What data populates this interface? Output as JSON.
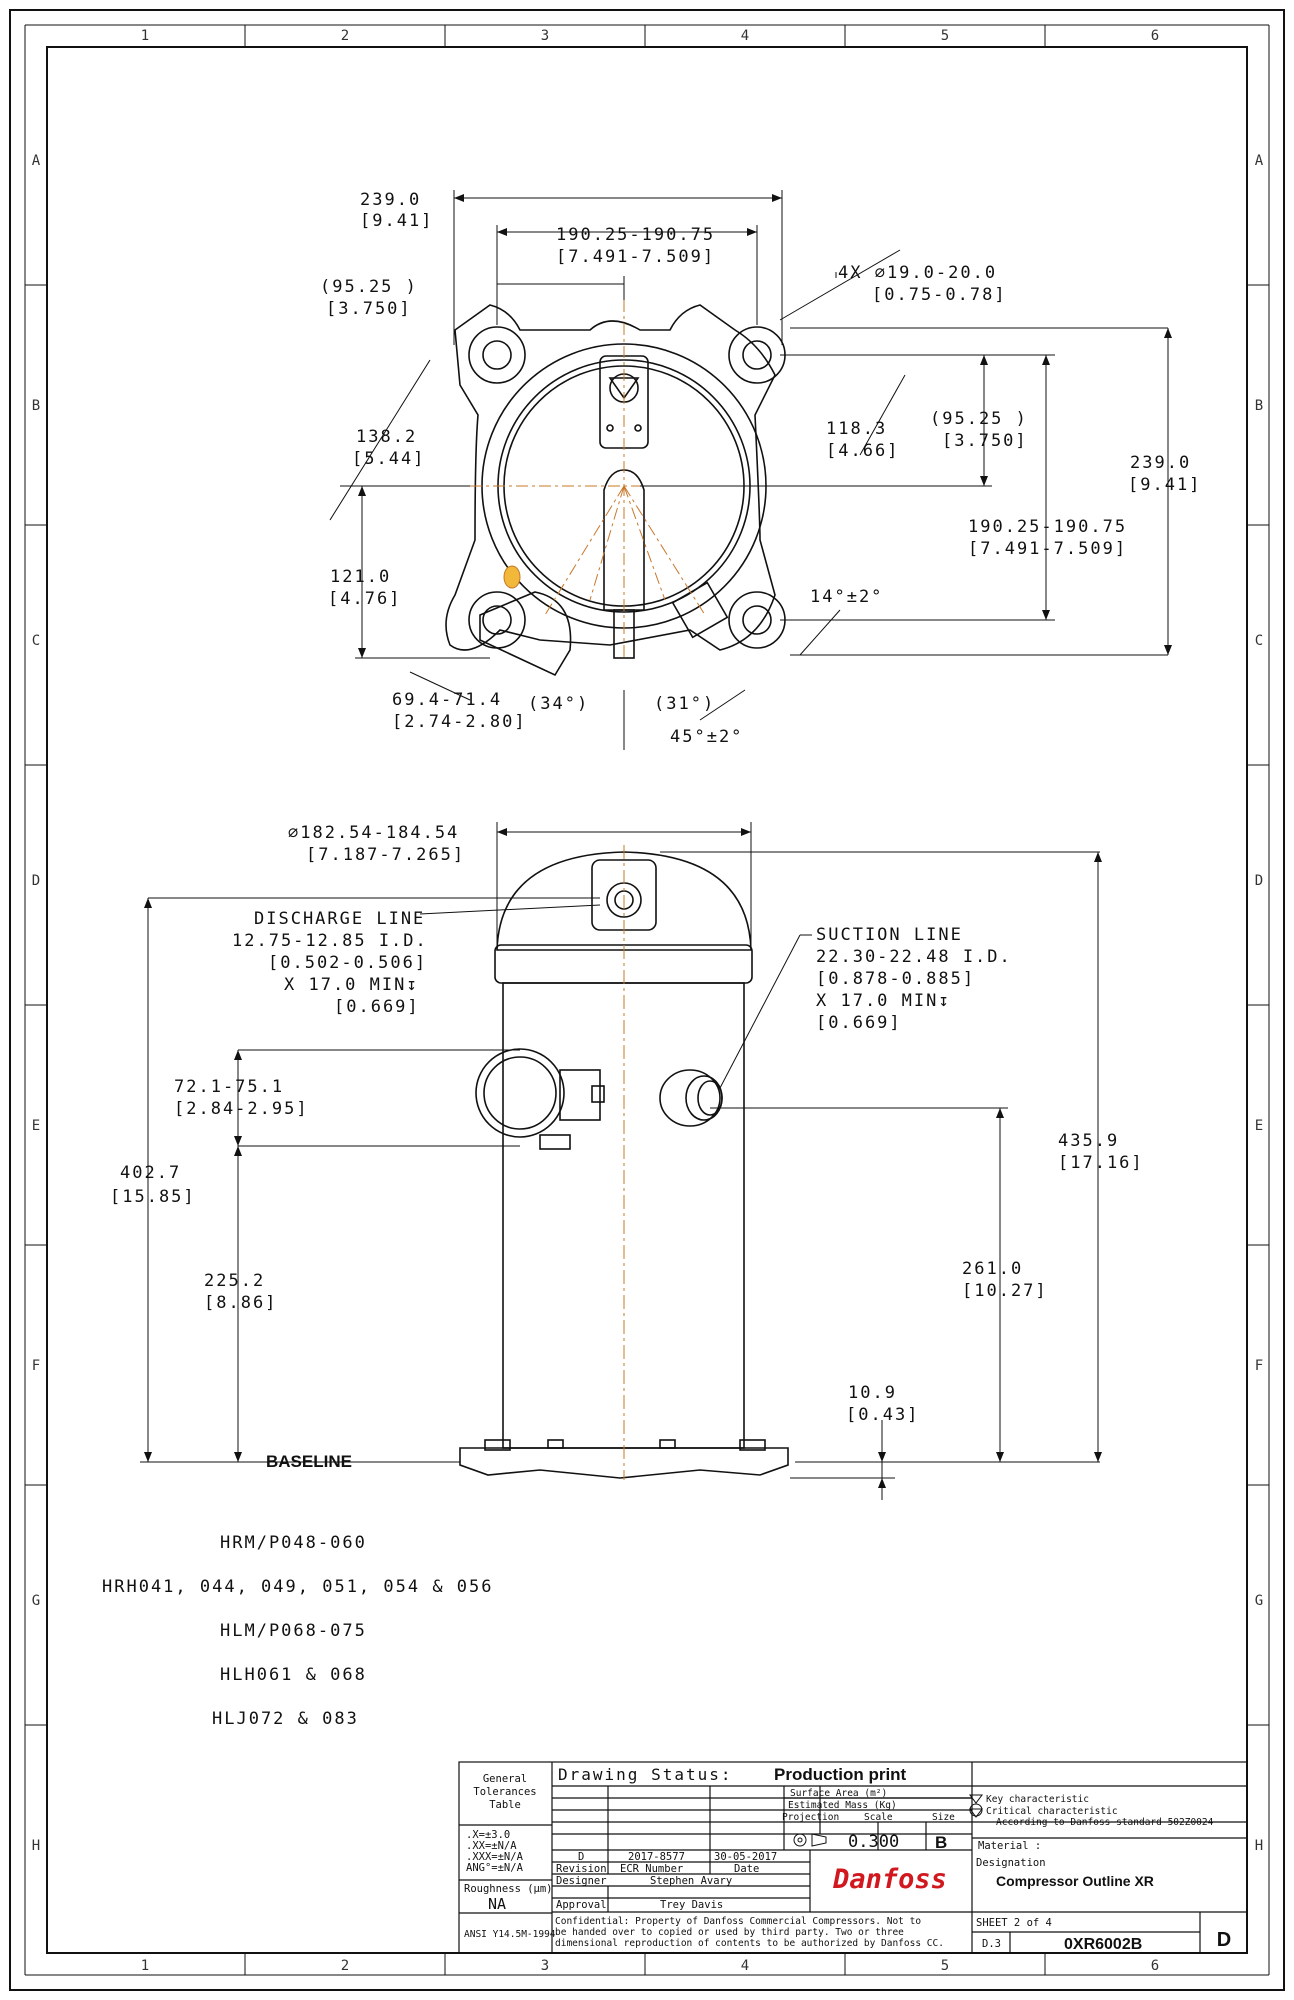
{
  "grid": {
    "columns": [
      "1",
      "2",
      "3",
      "4",
      "5",
      "6"
    ],
    "rows": [
      "A",
      "B",
      "C",
      "D",
      "E",
      "F",
      "G",
      "H"
    ]
  },
  "top_view": {
    "overall_width": "239.0",
    "overall_width_in": "[9.41]",
    "bolt_span": "190.25-190.75",
    "bolt_span_in": "[7.491-7.509]",
    "half_span": "(95.25  )",
    "half_span_in": "[3.750]",
    "holes": "4X ∅19.0-20.0",
    "holes_in": "[0.75-0.78]",
    "radial_left": "138.2",
    "radial_left_in": "[5.44]",
    "radial_right": "118.3",
    "radial_right_in": "[4.66]",
    "half_span_right": "(95.25  )",
    "half_span_right_in": "[3.750]",
    "overall_height": "239.0",
    "overall_height_in": "[9.41]",
    "bolt_span_right": "190.25-190.75",
    "bolt_span_right_in": "[7.491-7.509]",
    "offset_left": "121.0",
    "offset_left_in": "[4.76]",
    "angle_14": "14°±2°",
    "bottom_dim": "69.4-71.4",
    "bottom_dim_in": "[2.74-2.80]",
    "angle_34": "(34°)",
    "angle_31": "(31°)",
    "angle_45": "45°±2°"
  },
  "side_view": {
    "diameter": "∅182.54-184.54",
    "diameter_in": "[7.187-7.265]",
    "discharge_title": "DISCHARGE LINE",
    "discharge_size": "12.75-12.85 I.D.",
    "discharge_size_in": "[0.502-0.506]",
    "discharge_depth": "X 17.0 MIN↧",
    "discharge_depth_in": "[0.669]",
    "suction_title": "SUCTION LINE",
    "suction_size": "22.30-22.48 I.D.",
    "suction_size_in": "[0.878-0.885]",
    "suction_depth": "X 17.0 MIN↧",
    "suction_depth_in": "[0.669]",
    "box_height": "72.1-75.1",
    "box_height_in": "[2.84-2.95]",
    "discharge_height": "402.7",
    "discharge_height_in": "[15.85]",
    "box_base": "225.2",
    "box_base_in": "[8.86]",
    "total_height": "435.9",
    "total_height_in": "[17.16]",
    "suction_height": "261.0",
    "suction_height_in": "[10.27]",
    "foot": "10.9",
    "foot_in": "[0.43]",
    "baseline": "BASELINE"
  },
  "models": [
    "HRM/P048-060",
    "HRH041, 044, 049, 051, 054 & 056",
    "HLM/P068-075",
    "HLH061 & 068",
    "HLJ072 & 083"
  ],
  "title_block": {
    "tol_title_1": "General",
    "tol_title_2": "Tolerances",
    "tol_title_3": "Table",
    "tol_1": ".X=±3.0",
    "tol_2": ".XX=±N/A",
    "tol_3": ".XXX=±N/A",
    "tol_4": "ANG°=±N/A",
    "roughness_label": "Roughness (µm)",
    "roughness_value": "NA",
    "standard": "ANSI Y14.5M-1994",
    "drawing_status_label": "Drawing Status:",
    "drawing_status": "Production print",
    "surface_area": "Surface Area (m²)",
    "estimated_mass": "Estimated Mass (Kg)",
    "projection_label": "Projection",
    "scale_label": "Scale",
    "scale_value": "0.300",
    "size_label": "Size",
    "size_value": "B",
    "revision_value": "D",
    "ecr_value": "2017-8577",
    "date_value": "30-05-2017",
    "revision_label": "Revision",
    "ecr_label": "ECR Number",
    "date_label": "Date",
    "designer_label": "Designer",
    "designer_value": "Stephen Avary",
    "approval_label": "Approval",
    "approval_value": "Trey Davis",
    "confidential_1": "Confidential: Property of Danfoss Commercial Compressors. Not to",
    "confidential_2": "be handed over to copied or used by third party. Two or three",
    "confidential_3": "dimensional reproduction of contents to be authorized by Danfoss CC.",
    "key_char": "Key characteristic",
    "critical_char": "Critical characteristic",
    "according": "According to Danfoss standard 502Z0024",
    "material_label": "Material :",
    "designation_label": "Designation",
    "designation_value": "Compressor Outline XR",
    "sheet": "SHEET 2 of 4",
    "doc_ref": "D.3",
    "drawing_number": "0XR6002B",
    "revision_letter": "D",
    "logo": "Danfoss"
  },
  "colors": {
    "line": "#111111",
    "centerline": "#c8782a",
    "highlight": "#f2b83a",
    "logo": "#d1181f"
  }
}
